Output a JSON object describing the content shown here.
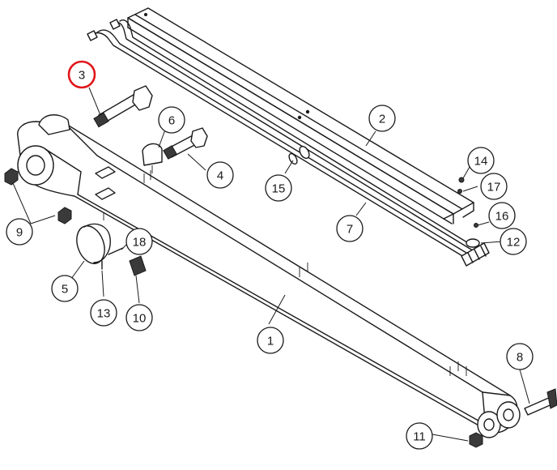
{
  "diagram": {
    "highlight_color": "#e0161b",
    "callouts": [
      {
        "label": "1",
        "highlighted": false
      },
      {
        "label": "2",
        "highlighted": false
      },
      {
        "label": "3",
        "highlighted": true
      },
      {
        "label": "4",
        "highlighted": false
      },
      {
        "label": "5",
        "highlighted": false
      },
      {
        "label": "6",
        "highlighted": false
      },
      {
        "label": "7",
        "highlighted": false
      },
      {
        "label": "8",
        "highlighted": false
      },
      {
        "label": "9",
        "highlighted": false
      },
      {
        "label": "10",
        "highlighted": false
      },
      {
        "label": "11",
        "highlighted": false
      },
      {
        "label": "12",
        "highlighted": false
      },
      {
        "label": "13",
        "highlighted": false
      },
      {
        "label": "14",
        "highlighted": false
      },
      {
        "label": "15",
        "highlighted": false
      },
      {
        "label": "16",
        "highlighted": false
      },
      {
        "label": "17",
        "highlighted": false
      },
      {
        "label": "18",
        "highlighted": false
      }
    ]
  }
}
